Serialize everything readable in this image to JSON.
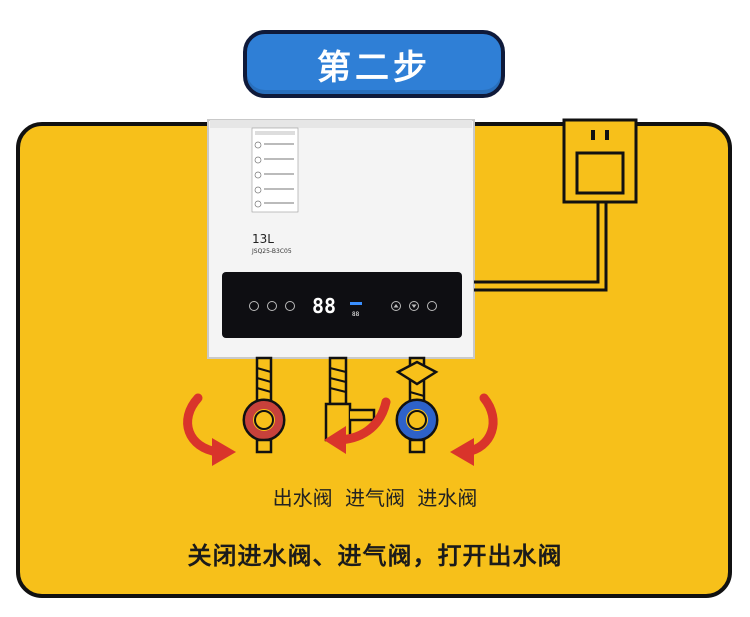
{
  "step_badge": {
    "label": "第二步"
  },
  "heater": {
    "capacity": "13L",
    "model_code": "JSQ25-B3C05",
    "display_temp": "88"
  },
  "valves": {
    "labels": [
      "出水阀",
      "进气阀",
      "进水阀"
    ]
  },
  "instruction": "关闭进水阀、进气阀，打开出水阀",
  "colors": {
    "panel_bg": "#f7c01a",
    "badge_bg": "#2f7fd6",
    "arrow_red": "#d9342b",
    "hot_ring": "#c7413b",
    "cold_ring": "#2e62c9"
  }
}
